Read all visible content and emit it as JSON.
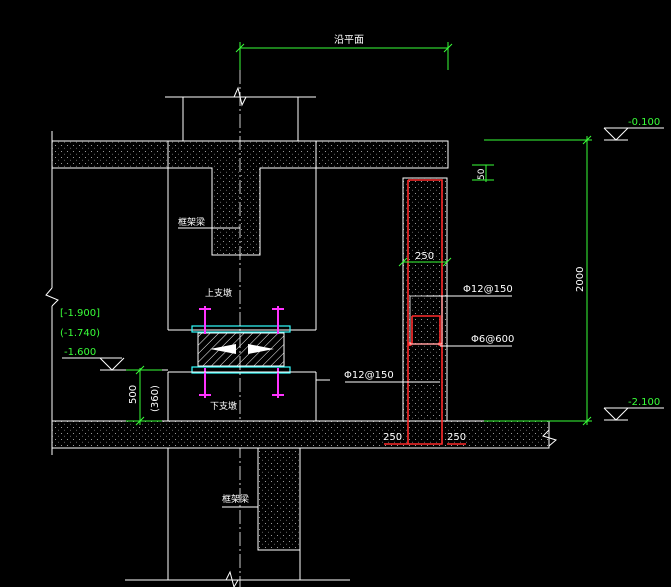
{
  "drawing": {
    "colors": {
      "background": "#000000",
      "line": "#ffffff",
      "dimension": "#39ff39",
      "rebar": "#ff2a2a",
      "bolt": "#ff33ff",
      "plate": "#33ffff"
    },
    "top_dimension_label": "沿平面",
    "elevation_top": "-0.100",
    "elevation_bottom": "-2.100",
    "height_dimension": "2000",
    "top_cover_dimension": "50",
    "wall_thickness_top": "250",
    "rebar_vertical": "Φ12@150",
    "rebar_tie": "Φ6@600",
    "rebar_horizontal": "Φ12@150",
    "bottom_left_dimension": "250",
    "bottom_right_dimension": "250",
    "upper_column_label": "框架梁",
    "lower_column_label": "框架梁",
    "upper_support_label": "上支墩",
    "lower_support_label": "下支墩",
    "level_bracket_1": "[-1.900]",
    "level_bracket_2": "(-1.740)",
    "level_main": "-1.600",
    "left_height_dimension": "500",
    "left_height_paren": "(360)"
  }
}
